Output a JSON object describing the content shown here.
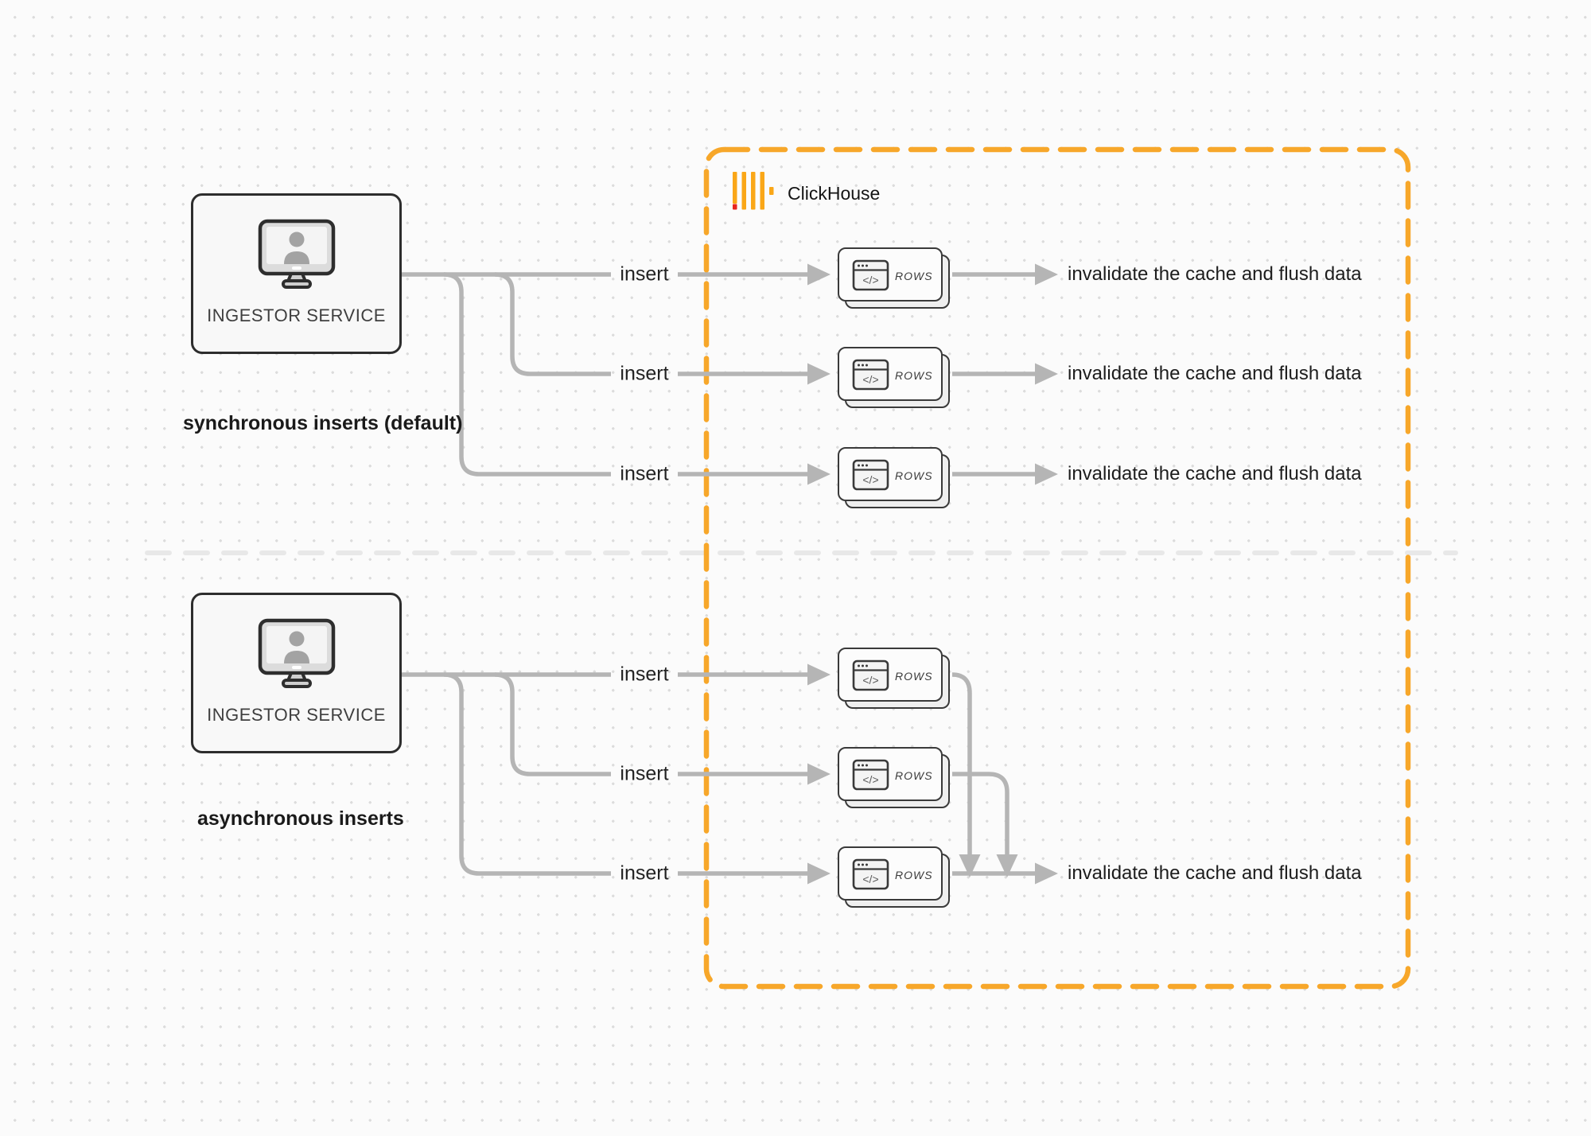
{
  "diagram": {
    "title_brand": "ClickHouse",
    "colors": {
      "accent_orange": "#F7A72A",
      "logo_bar_orange": "#FAA718",
      "logo_red": "#E8251F",
      "connector_gray": "#B5B5B5",
      "divider_gray": "#E8E8E8",
      "box_border_dark": "#2D2D2D"
    },
    "icons": {
      "ingestor": "monitor-user-icon",
      "rows_card": "code-window-icon",
      "brand": "clickhouse-logo-bars"
    },
    "sync": {
      "service_label": "INGESTOR SERVICE",
      "caption": "synchronous inserts (default)",
      "rows": [
        {
          "insert_label": "insert",
          "rows_label": "ROWS",
          "result_label": "invalidate the cache and flush data"
        },
        {
          "insert_label": "insert",
          "rows_label": "ROWS",
          "result_label": "invalidate the cache and flush data"
        },
        {
          "insert_label": "insert",
          "rows_label": "ROWS",
          "result_label": "invalidate the cache and flush data"
        }
      ]
    },
    "async": {
      "service_label": "INGESTOR SERVICE",
      "caption": "asynchronous inserts",
      "rows": [
        {
          "insert_label": "insert",
          "rows_label": "ROWS"
        },
        {
          "insert_label": "insert",
          "rows_label": "ROWS"
        },
        {
          "insert_label": "insert",
          "rows_label": "ROWS",
          "result_label": "invalidate the cache and flush data"
        }
      ]
    }
  }
}
